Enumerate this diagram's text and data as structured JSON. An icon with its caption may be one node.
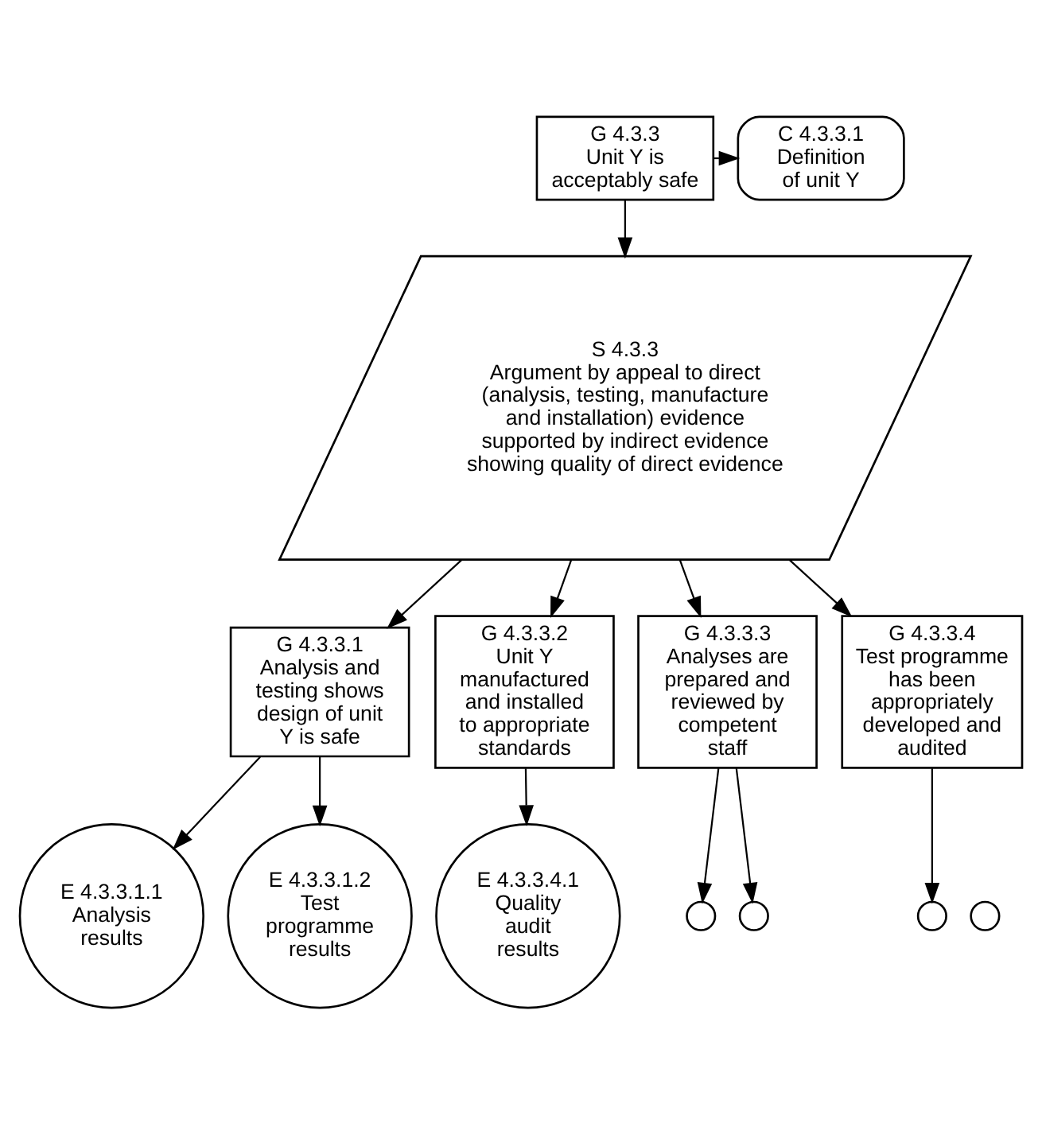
{
  "diagram": {
    "nodes": [
      {
        "text": [
          "G 4.3.3 Unit Y is acceptably safe"
        ]
      },
      {
        "text": [
          "C 4.3.3.1 Definition of unit Y"
        ]
      },
      {
        "text": [
          "S 4.3.3 Argument by appeal to direct (analysis, testing, manufacture and installation) evidence supported by indirect evidence showing quality of direct evidence"
        ]
      },
      {
        "text": [
          "G 4.3.3.1 Analysis and testing shows design of unit Y is safe"
        ]
      },
      {
        "text": [
          "G 4.3.3.2 Unit Y manufactured and installed to appropriate standards"
        ]
      },
      {
        "text": [
          "G 4.3.3.3 Analyses are prepared and reviewed by competent staff"
        ]
      },
      {
        "text": [
          "G 4.3.3.4 Test programme has been appropriately developed and audited"
        ]
      },
      {
        "text": [
          "E 4.3.3.1.1 Analysis results"
        ]
      },
      {
        "text": [
          "E 4.3.3.1.2 Test programme results"
        ]
      },
      {
        "text": [
          "E 4.3.3.4.1 Quality audit results"
        ]
      },
      {
        "text": [],
        "shape": "circle"
      },
      {
        "text": [],
        "shape": "circle"
      },
      {
        "text": [],
        "shape": "circle"
      },
      {
        "text": [],
        "shape": "circle"
      }
    ],
    "edges": [
      {
        "from": 0,
        "to": 1,
        "arrow": "to"
      },
      {
        "from": 0,
        "to": 2,
        "arrow": "to"
      },
      {
        "from": 2,
        "to": 3,
        "arrow": "to"
      },
      {
        "from": 2,
        "to": 4,
        "arrow": "to"
      },
      {
        "from": 2,
        "to": 5,
        "arrow": "to"
      },
      {
        "from": 2,
        "to": 6,
        "arrow": "to"
      },
      {
        "from": 3,
        "to": 7,
        "arrow": "to"
      },
      {
        "from": 3,
        "to": 8,
        "arrow": "to"
      },
      {
        "from": 4,
        "to": 9,
        "arrow": "to"
      },
      {
        "from": 5,
        "to": 10,
        "arrow": "to"
      },
      {
        "from": 5,
        "to": 11,
        "arrow": "to"
      },
      {
        "from": 6,
        "to": 12,
        "arrow": "to"
      }
    ]
  }
}
